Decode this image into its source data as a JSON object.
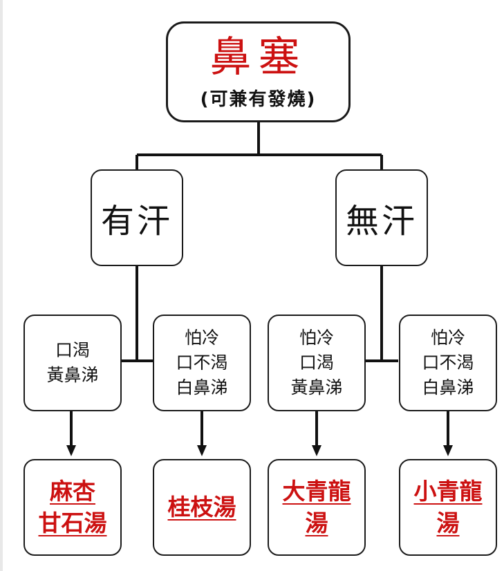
{
  "root": {
    "title": "鼻塞",
    "subtitle": "(可兼有發燒)"
  },
  "branches": [
    {
      "label": "有汗",
      "conditions": [
        {
          "lines": [
            "口渴",
            "黃鼻涕"
          ],
          "formula": [
            "麻杏",
            "甘石湯"
          ]
        },
        {
          "lines": [
            "怕冷",
            "口不渴",
            "白鼻涕"
          ],
          "formula": [
            "桂枝湯"
          ]
        }
      ]
    },
    {
      "label": "無汗",
      "conditions": [
        {
          "lines": [
            "怕冷",
            "口渴",
            "黃鼻涕"
          ],
          "formula": [
            "大青龍",
            "湯"
          ]
        },
        {
          "lines": [
            "怕冷",
            "口不渴",
            "白鼻涕"
          ],
          "formula": [
            "小青龍",
            "湯"
          ]
        }
      ]
    }
  ],
  "colors": {
    "line": "#111111",
    "formula_text": "#cc1111",
    "title_text": "#cc1111"
  }
}
